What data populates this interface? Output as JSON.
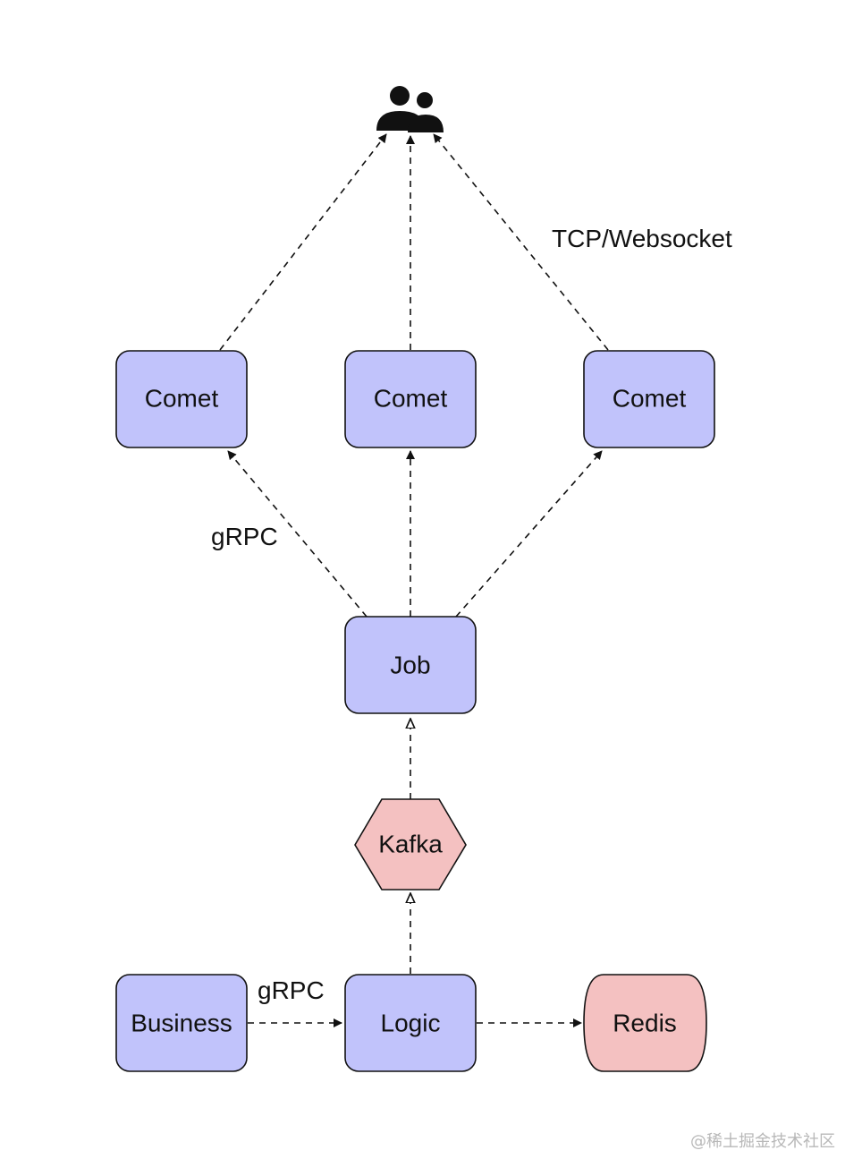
{
  "diagram": {
    "nodes": {
      "comet_left": {
        "label": "Comet",
        "shape": "rounded-rect",
        "fill": "#c1c3fb"
      },
      "comet_center": {
        "label": "Comet",
        "shape": "rounded-rect",
        "fill": "#c1c3fb"
      },
      "comet_right": {
        "label": "Comet",
        "shape": "rounded-rect",
        "fill": "#c1c3fb"
      },
      "job": {
        "label": "Job",
        "shape": "rounded-rect",
        "fill": "#c1c3fb"
      },
      "kafka": {
        "label": "Kafka",
        "shape": "hexagon",
        "fill": "#f4c1c1"
      },
      "business": {
        "label": "Business",
        "shape": "rounded-rect",
        "fill": "#c1c3fb"
      },
      "logic": {
        "label": "Logic",
        "shape": "rounded-rect",
        "fill": "#c1c3fb"
      },
      "redis": {
        "label": "Redis",
        "shape": "cylinder",
        "fill": "#f4c1c1"
      },
      "users": {
        "icon": "users-icon"
      }
    },
    "edge_labels": {
      "tcp_websocket": "TCP/Websocket",
      "grpc_job_comet": "gRPC",
      "grpc_business_logic": "gRPC"
    },
    "watermark": "@稀土掘金技术社区"
  }
}
